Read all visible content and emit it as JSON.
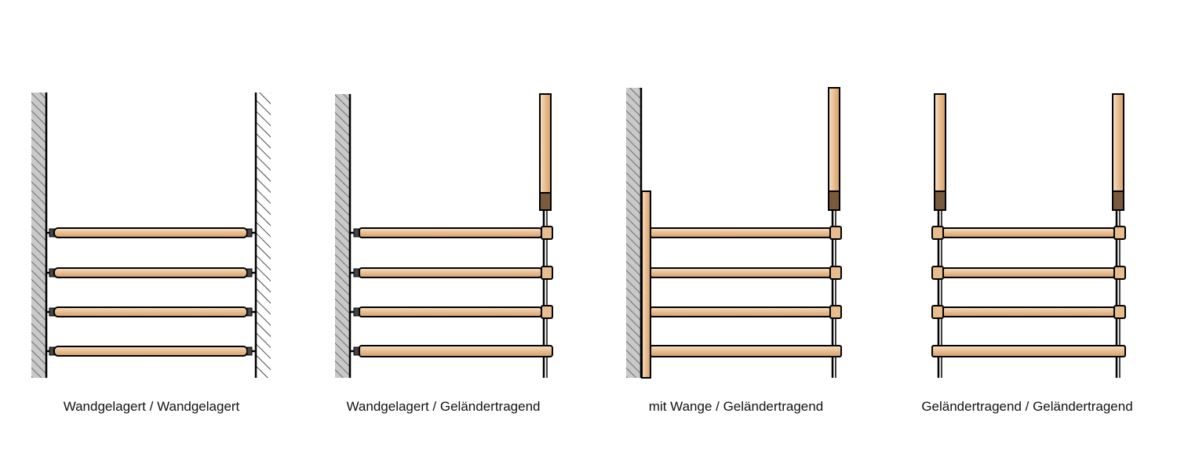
{
  "colors": {
    "wood_light": "#f2d6b6",
    "wood_mid": "#e6b98a",
    "wood_dark": "#c9935f",
    "post_cap": "#7a5a3c",
    "wall_fill": "#c9c9c9",
    "outline": "#000000",
    "background": "#ffffff"
  },
  "panels": [
    {
      "id": "wall-wall",
      "caption": "Wandgelagert / Wandgelagert",
      "left_support": "wall",
      "right_support": "wall"
    },
    {
      "id": "wall-railing",
      "caption": "Wandgelagert / Geländertragend",
      "left_support": "wall",
      "right_support": "railing"
    },
    {
      "id": "stringer-railing",
      "caption": "mit Wange / Geländertragend",
      "left_support": "wall-with-stringer",
      "right_support": "railing"
    },
    {
      "id": "railing-railing",
      "caption": "Geländertragend / Geländertragend",
      "left_support": "railing",
      "right_support": "railing"
    }
  ],
  "treads_per_panel": 4
}
